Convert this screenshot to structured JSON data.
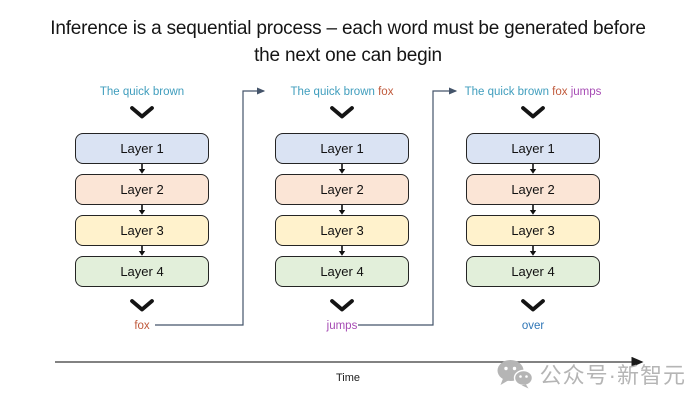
{
  "title": {
    "line1": "Inference is a sequential process – each word must be generated before",
    "line2": "the next one can begin"
  },
  "layers": [
    "Layer 1",
    "Layer 2",
    "Layer 3",
    "Layer 4"
  ],
  "colors": {
    "teal": "#3f9dbd",
    "orange": "#c05a3c",
    "purple": "#a64bb4",
    "blue": "#2e75b6",
    "layer1_fill": "#dae3f3",
    "layer2_fill": "#fbe5d6",
    "layer3_fill": "#fff2cc",
    "layer4_fill": "#e2efda",
    "connector": "#44546a",
    "axis": "#595959",
    "watermark_gray": "#b5b5b5"
  },
  "columns": [
    {
      "input": [
        {
          "text": "The quick brown",
          "color": "#3f9dbd"
        }
      ],
      "output": {
        "text": "fox",
        "color": "#c05a3c"
      }
    },
    {
      "input": [
        {
          "text": "The quick brown",
          "color": "#3f9dbd"
        },
        {
          "text": " fox",
          "color": "#c05a3c"
        }
      ],
      "output": {
        "text": "jumps",
        "color": "#a64bb4"
      }
    },
    {
      "input": [
        {
          "text": "The quick brown",
          "color": "#3f9dbd"
        },
        {
          "text": " fox",
          "color": "#c05a3c"
        },
        {
          "text": " jumps",
          "color": "#a64bb4"
        }
      ],
      "output": {
        "text": "over",
        "color": "#2e75b6"
      }
    }
  ],
  "axis": {
    "label": "Time"
  },
  "watermark": {
    "text": "公众号·新智元"
  }
}
